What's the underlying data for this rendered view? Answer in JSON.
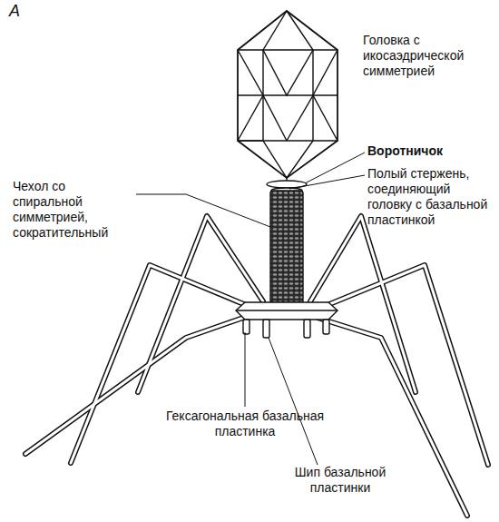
{
  "diagram": {
    "labels": [
      "А",
      "Головка с икосаэдрической симметрией",
      "Воротничок",
      "Полый стержень, соединяющий головку с базальной пластинкой",
      "Чехол со спиральной симметрией, сократительный",
      "Гексагональная базальная пластинка",
      "Шип базальной пластинки"
    ]
  }
}
